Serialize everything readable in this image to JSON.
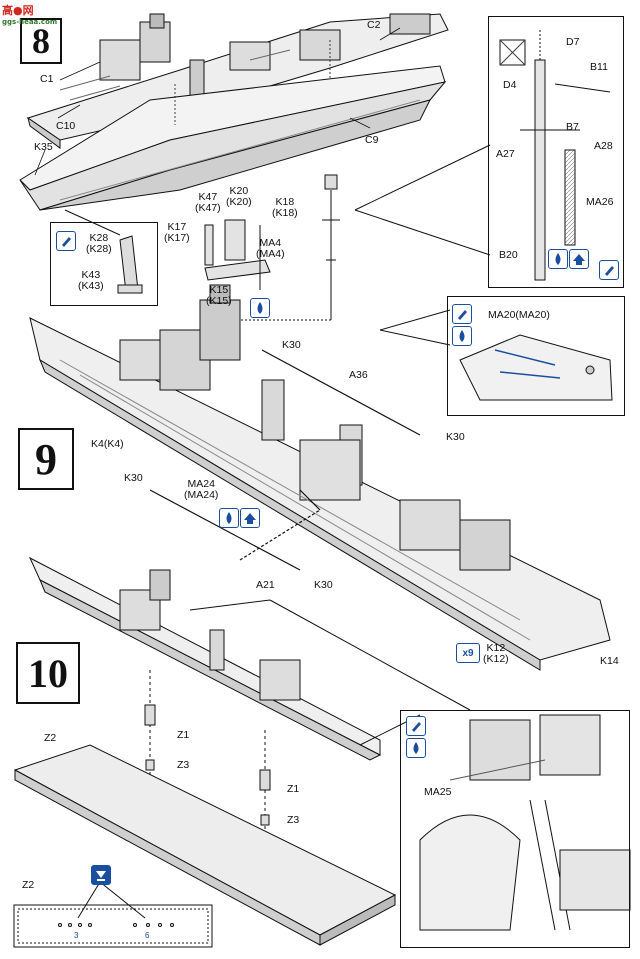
{
  "watermark": {
    "text": "高●网",
    "sub": "ggs-heaa.com"
  },
  "steps": {
    "s8": "8",
    "s9": "9",
    "s10": "10"
  },
  "labels": {
    "c2": "C2",
    "c1": "C1",
    "c10": "C10",
    "c9": "C9",
    "k35": "K35",
    "d7": "D7",
    "d4": "D4",
    "b11": "B11",
    "b7": "B7",
    "a27": "A27",
    "a28": "A28",
    "ma26": "MA26",
    "b20": "B20",
    "k47": "K47\n(K47)",
    "k20": "K20\n(K20)",
    "k18": "K18\n(K18)",
    "k17": "K17\n(K17)",
    "ma4": "MA4\n(MA4)",
    "k15": "K15\n(K15)",
    "k28": "K28\n(K28)",
    "k43": "K43\n(K43)",
    "k30a": "K30",
    "a36": "A36",
    "k30b": "K30",
    "k4": "K4(K4)",
    "k30c": "K30",
    "ma24": "MA24\n(MA24)",
    "a21": "A21",
    "k30d": "K30",
    "ma20": "MA20(MA20)",
    "k12": "K12\n(K12)",
    "k14": "K14",
    "x9": "x9",
    "z2a": "Z2",
    "z1a": "Z1",
    "z3a": "Z3",
    "z1b": "Z1",
    "z3b": "Z3",
    "z2b": "Z2",
    "ma25": "MA25",
    "hole3": "3",
    "hole6": "6"
  },
  "colors": {
    "accent": "#1a4fa0",
    "line": "#111111",
    "hull": "#e9e9e9",
    "shade": "#bdbdbd"
  }
}
